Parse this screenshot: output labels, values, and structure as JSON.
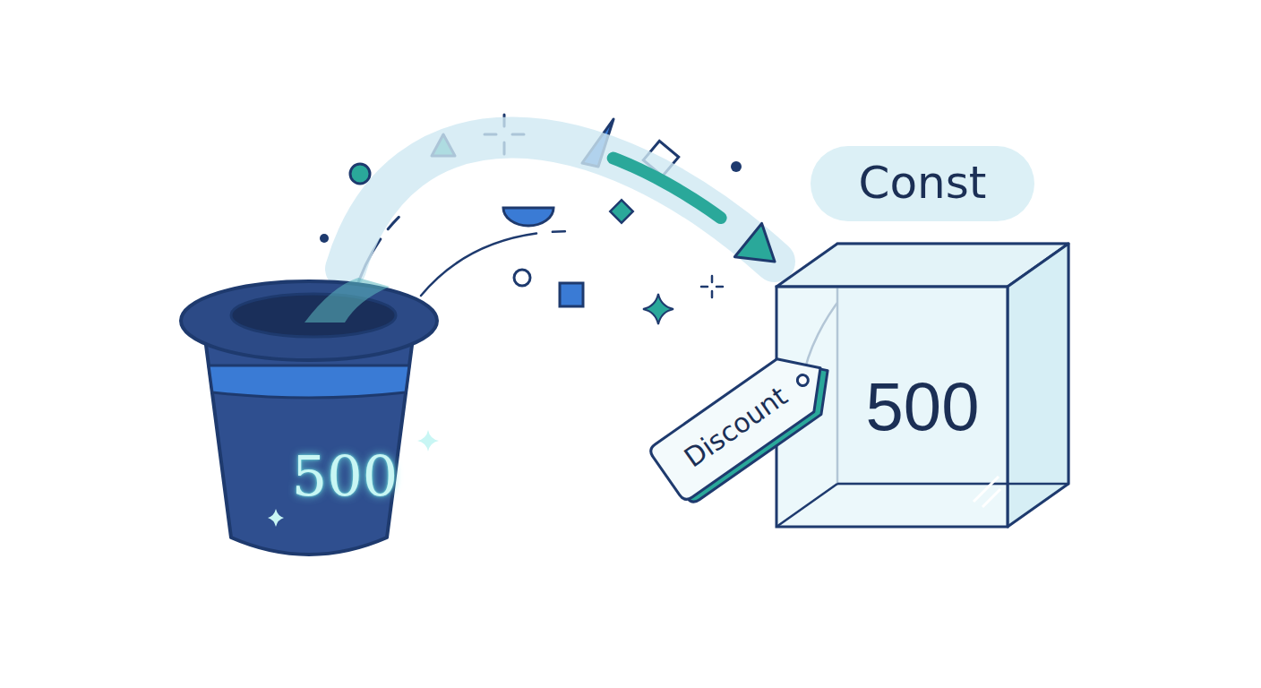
{
  "diagram": {
    "nodes": [
      {
        "text": [
          "500"
        ]
      },
      {
        "text": [
          "Const"
        ]
      },
      {
        "text": [
          "500"
        ]
      },
      {
        "text": [
          "Discount"
        ]
      }
    ],
    "edges": [
      {
        "from": 0,
        "to": 2,
        "arrow": "to"
      }
    ]
  }
}
